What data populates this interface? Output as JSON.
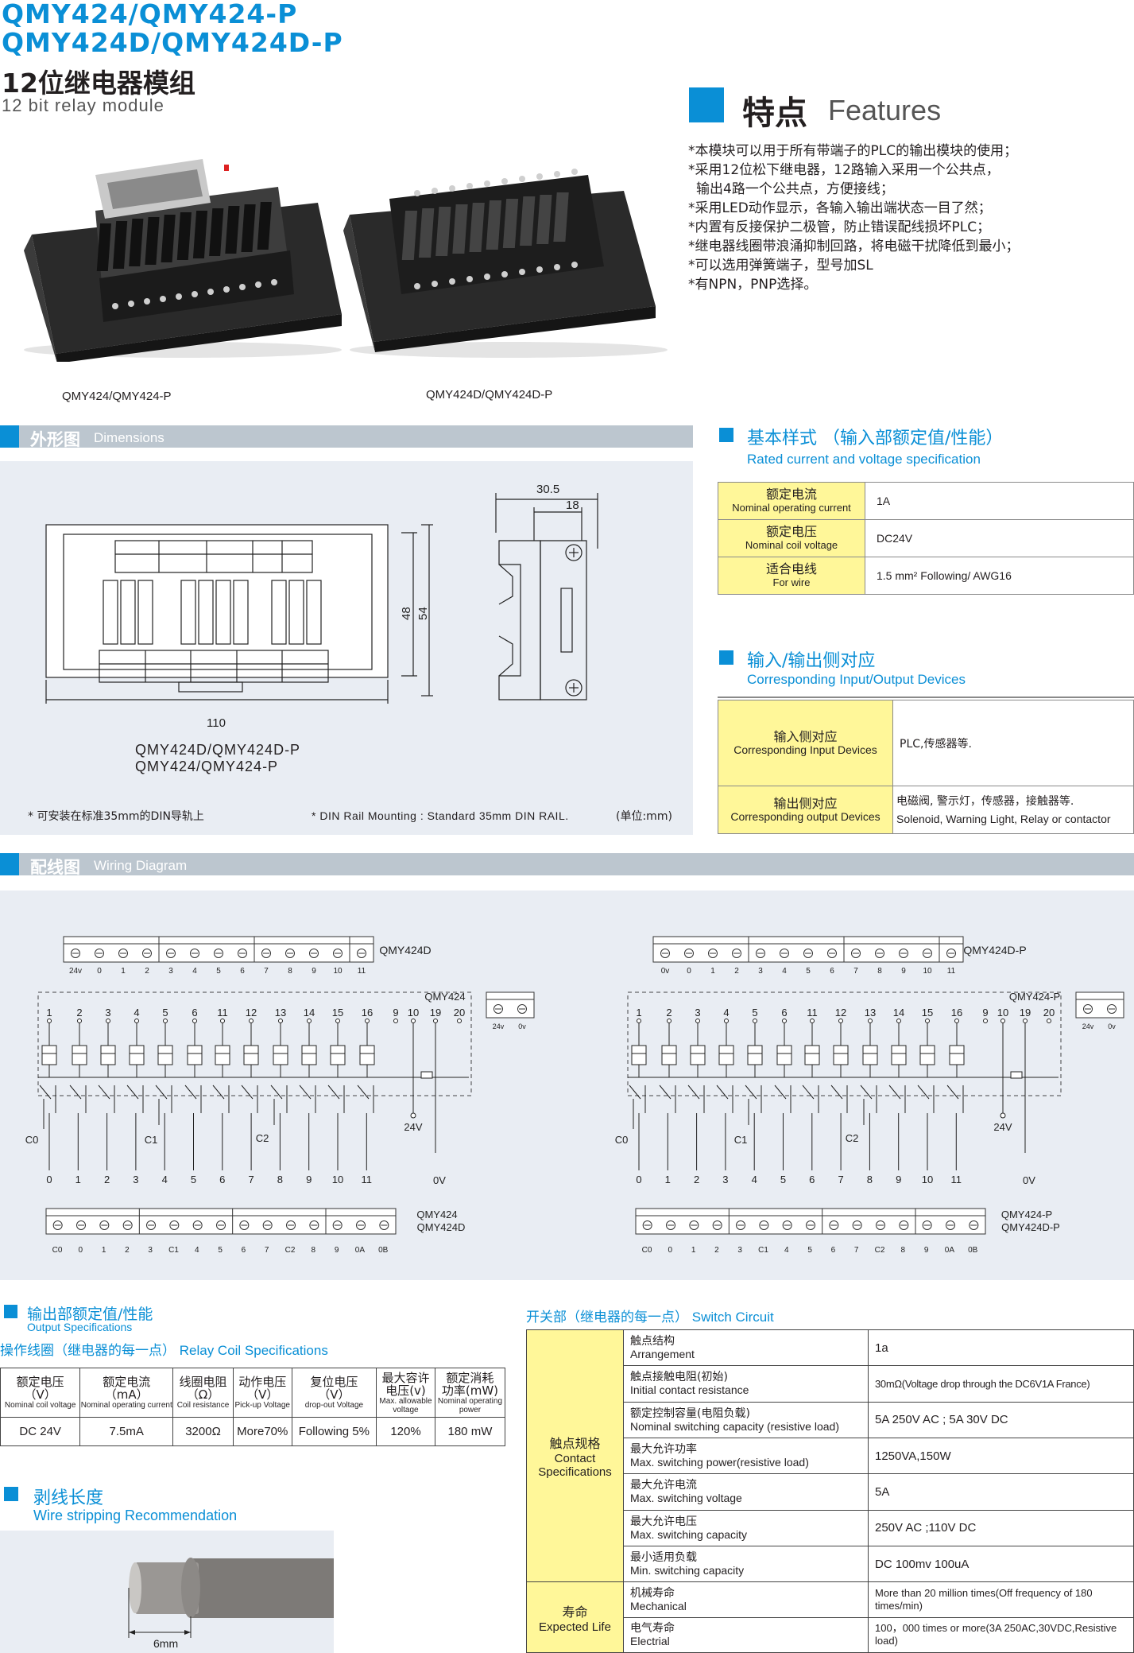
{
  "header": {
    "model_line1": "QMY424/QMY424-P",
    "model_line2": "QMY424D/QMY424D-P",
    "title_cn": "12位继电器模组",
    "title_en": "12 bit relay module"
  },
  "products": {
    "left_caption": "QMY424/QMY424-P",
    "right_caption": "QMY424D/QMY424D-P"
  },
  "features": {
    "title_cn": "特点",
    "title_en": "Features",
    "lines": [
      "*本模块可以用于所有带端子的PLC的输出模块的使用；",
      "*采用12位松下继电器，12路输入采用一个公共点，",
      "  输出4路一个公共点，方便接线；",
      "*采用LED动作显示，各输入输出端状态一目了然；",
      "*内置有反接保护二极管，防止错误配线损坏PLC；",
      "*继电器线圈带浪涌抑制回路，将电磁干扰降低到最小；",
      "*可以选用弹簧端子，型号加SL",
      "*有NPN，PNP选择。"
    ]
  },
  "dimensions": {
    "section_cn": "外形图",
    "section_en": "Dimensions",
    "dim_30_5": "30.5",
    "dim_18": "18",
    "dim_48": "48",
    "dim_54": "54",
    "dim_110": "110",
    "model_line1": "QMY424D/QMY424D-P",
    "model_line2": "QMY424/QMY424-P",
    "note_cn": "* 可安装在标准35mm的DIN导轨上",
    "note_en": "* DIN Rail Mounting : Standard 35mm DIN RAIL.",
    "unit": "(单位:mm)"
  },
  "rated": {
    "title_cn": "基本样式  （输入部额定值/性能）",
    "title_en": "Rated current and voltage specification",
    "rows": [
      {
        "cn": "额定电流",
        "en": "Nominal operating current",
        "value": "1A"
      },
      {
        "cn": "额定电压",
        "en": "Nominal coil voltage",
        "value": "DC24V"
      },
      {
        "cn": "适合电线",
        "en": "For wire",
        "value": "1.5 mm² Following/ AWG16"
      }
    ]
  },
  "io": {
    "title_cn": "输入/输出侧对应",
    "title_en": "Corresponding Input/Output Devices",
    "rows": [
      {
        "cn": "输入侧对应",
        "en": "Corresponding Input Devices",
        "value": "PLC,传感器等.",
        "value2": ""
      },
      {
        "cn": "输出侧对应",
        "en": "Corresponding output Devices",
        "value": "电磁阀, 警示灯，传感器，接触器等.",
        "value2": "Solenoid, Warning Light, Relay or contactor"
      }
    ]
  },
  "wiring": {
    "section_cn": "配线图",
    "section_en": "Wiring Diagram",
    "left": {
      "top_model": "QMY424D",
      "top_terminals": [
        "24v",
        "0",
        "1",
        "2",
        "3",
        "4",
        "5",
        "6",
        "7",
        "8",
        "9",
        "10",
        "11"
      ],
      "box_model": "QMY424",
      "pins": [
        "1",
        "2",
        "3",
        "4",
        "5",
        "6",
        "11",
        "12",
        "13",
        "14",
        "15",
        "16",
        "9",
        "10",
        "19",
        "20"
      ],
      "side_terminals": [
        "24v",
        "0v"
      ],
      "commons": [
        "C0",
        "C1",
        "C2"
      ],
      "supply": "24V",
      "outputs": [
        "0",
        "1",
        "2",
        "3",
        "4",
        "5",
        "6",
        "7",
        "8",
        "9",
        "10",
        "11"
      ],
      "ground": "0V",
      "bottom_model1": "QMY424",
      "bottom_model2": "QMY424D",
      "bottom_terminals": [
        "C0",
        "0",
        "1",
        "2",
        "3",
        "C1",
        "4",
        "5",
        "6",
        "7",
        "C2",
        "8",
        "9",
        "0A",
        "0B"
      ]
    },
    "right": {
      "top_model": "QMY424D-P",
      "top_terminals": [
        "0v",
        "0",
        "1",
        "2",
        "3",
        "4",
        "5",
        "6",
        "7",
        "8",
        "9",
        "10",
        "11"
      ],
      "box_model": "QMY424-P",
      "pins": [
        "1",
        "2",
        "3",
        "4",
        "5",
        "6",
        "11",
        "12",
        "13",
        "14",
        "15",
        "16",
        "9",
        "10",
        "19",
        "20"
      ],
      "side_terminals": [
        "24v",
        "0v"
      ],
      "commons": [
        "C0",
        "C1",
        "C2"
      ],
      "supply": "24V",
      "outputs": [
        "0",
        "1",
        "2",
        "3",
        "4",
        "5",
        "6",
        "7",
        "8",
        "9",
        "10",
        "11"
      ],
      "ground": "0V",
      "bottom_model1": "QMY424-P",
      "bottom_model2": "QMY424D-P",
      "bottom_terminals": [
        "C0",
        "0",
        "1",
        "2",
        "3",
        "C1",
        "4",
        "5",
        "6",
        "7",
        "C2",
        "8",
        "9",
        "0A",
        "0B"
      ]
    }
  },
  "output_spec": {
    "title_cn": "输出部额定值/性能",
    "title_en": "Output Specifications",
    "sub_cn": "操作线圈（继电器的每一点）",
    "sub_en": "Relay Coil Specifications",
    "headers": [
      {
        "cn": "额定电压",
        "unit": "（V）",
        "en": "Nominal coil voltage"
      },
      {
        "cn": "额定电流",
        "unit": "（mA）",
        "en": "Nominal operating current"
      },
      {
        "cn": "线圈电阻",
        "unit": "（Ω）",
        "en": "Coil resistance"
      },
      {
        "cn": "动作电压",
        "unit": "（V）",
        "en": "Pick-up Voltage"
      },
      {
        "cn": "复位电压",
        "unit": "（V）",
        "en": "drop-out Voltage"
      },
      {
        "cn": "最大容许",
        "unit": "电压(v)",
        "en": "Max. allowable voltage"
      },
      {
        "cn": "额定消耗",
        "unit": "功率(mW)",
        "en": "Nominal operating power"
      }
    ],
    "values": [
      "DC 24V",
      "7.5mA",
      "3200Ω",
      "More70%",
      "Following 5%",
      "120%",
      "180 mW"
    ]
  },
  "strip": {
    "title_cn": "剥线长度",
    "title_en": "Wire stripping Recommendation",
    "length": "6mm"
  },
  "switch": {
    "title_cn": "开关部（继电器的每一点）",
    "title_en": "Switch Circuit",
    "group1_cn": "触点规格",
    "group1_en1": "Contact",
    "group1_en2": "Specifications",
    "group2_cn": "寿命",
    "group2_en": "Expected Life",
    "rows": [
      {
        "cn": "触点结构",
        "en": "Arrangement",
        "value": "1a"
      },
      {
        "cn": "触点接触电阻(初始)",
        "en": "Initial contact resistance",
        "value": "30mΩ(Voltage drop through the DC6V1A France)"
      },
      {
        "cn": "额定控制容量(电阻负载)",
        "en": "Nominal switching capacity (resistive load)",
        "value": "5A 250V AC ; 5A 30V DC"
      },
      {
        "cn": "最大允许功率",
        "en": "Max. switching power(resistive load)",
        "value": "1250VA,150W"
      },
      {
        "cn": "最大允许电流",
        "en": "Max. switching voltage",
        "value": "5A"
      },
      {
        "cn": "最大允许电压",
        "en": "Max. switching capacity",
        "value": "250V AC ;110V DC"
      },
      {
        "cn": "最小适用负载",
        "en": "Min. switching capacity",
        "value": "DC 100mv 100uA"
      },
      {
        "cn": "机械寿命",
        "en": "Mechanical",
        "value": "More than 20 million times(Off frequency of 180 times/min)"
      },
      {
        "cn": "电气寿命",
        "en": "Electrial",
        "value": "100，000  times or more(3A 250AC,30VDC,Resistive load)"
      }
    ]
  },
  "colors": {
    "accent": "#0a8fd6",
    "section_bar": "#bcc6cf",
    "label_fill": "#fff799",
    "panel": "#e9edf3"
  }
}
